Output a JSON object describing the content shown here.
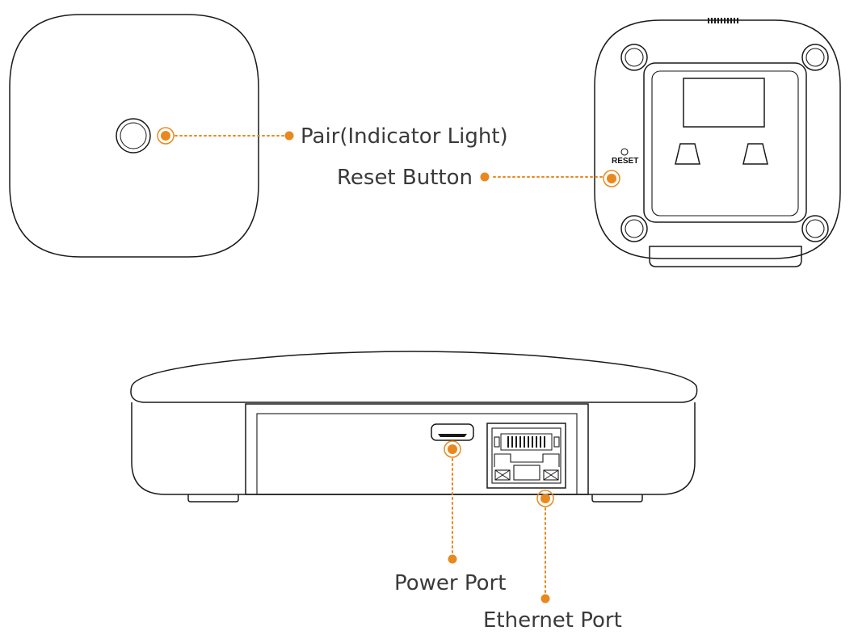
{
  "labels": {
    "pair": "Pair(Indicator Light)",
    "reset_button": "Reset Button",
    "reset_print": "RESET",
    "power_port": "Power Port",
    "ethernet_port": "Ethernet Port"
  },
  "colors": {
    "accent": "#e8891f",
    "outline": "#1a1a1a",
    "text": "#3a3a3a"
  }
}
